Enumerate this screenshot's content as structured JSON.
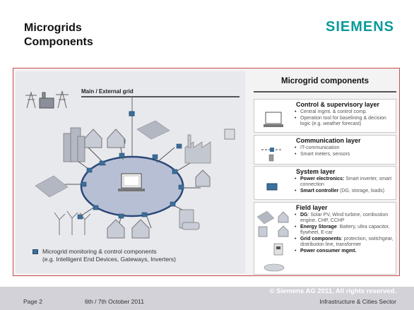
{
  "header": {
    "title_line1": "Microgrids",
    "title_line2": "Components",
    "brand": "SIEMENS"
  },
  "diagram": {
    "grid_label": "Main / External grid",
    "legend_line1": "Microgrid monitoring & control components",
    "legend_line2": "(e.g. Intelligent End Devices, Gateways, Inverters)"
  },
  "panel": {
    "title": "Microgrid components",
    "layers": [
      {
        "title": "Control & supervisory  layer",
        "bullets": [
          {
            "bold": "",
            "text": "Central mgmt. & control comp."
          },
          {
            "bold": "",
            "text": "Operation tool for baselining & decision logic (e.g. weather forecast)"
          }
        ]
      },
      {
        "title": "Communication layer",
        "bullets": [
          {
            "bold": "",
            "text": "IT-communication"
          },
          {
            "bold": "",
            "text": "Smart meters, sensors"
          }
        ]
      },
      {
        "title": "System layer",
        "bullets": [
          {
            "bold": "Power electronics:",
            "text": " Smart inverter, smart connection"
          },
          {
            "bold": "Smart controller",
            "text": " (DG, storage, loads)"
          }
        ]
      },
      {
        "title": "Field layer",
        "bullets": [
          {
            "bold": "DG",
            "text": ": Solar PV, Wind turbine, combustion engine, CHP, CCHP"
          },
          {
            "bold": "Energy Storage",
            "text": ": Battery, ultra capacitor, flywheel, E-car"
          },
          {
            "bold": "Grid components",
            "text": ": protection, switchgear, distribution line, transformer"
          },
          {
            "bold": "Power consumer mgmt.",
            "text": ""
          }
        ]
      }
    ]
  },
  "footer": {
    "copyright": "© Siemens AG 2011. All rights reserved.",
    "page": "Page 2",
    "date": "6th / 7th October 2011",
    "sector": "Infrastructure & Cities Sector"
  },
  "colors": {
    "brand": "#0a9a9a",
    "frame": "#cc4a4a",
    "node": "#3a6f9c"
  }
}
